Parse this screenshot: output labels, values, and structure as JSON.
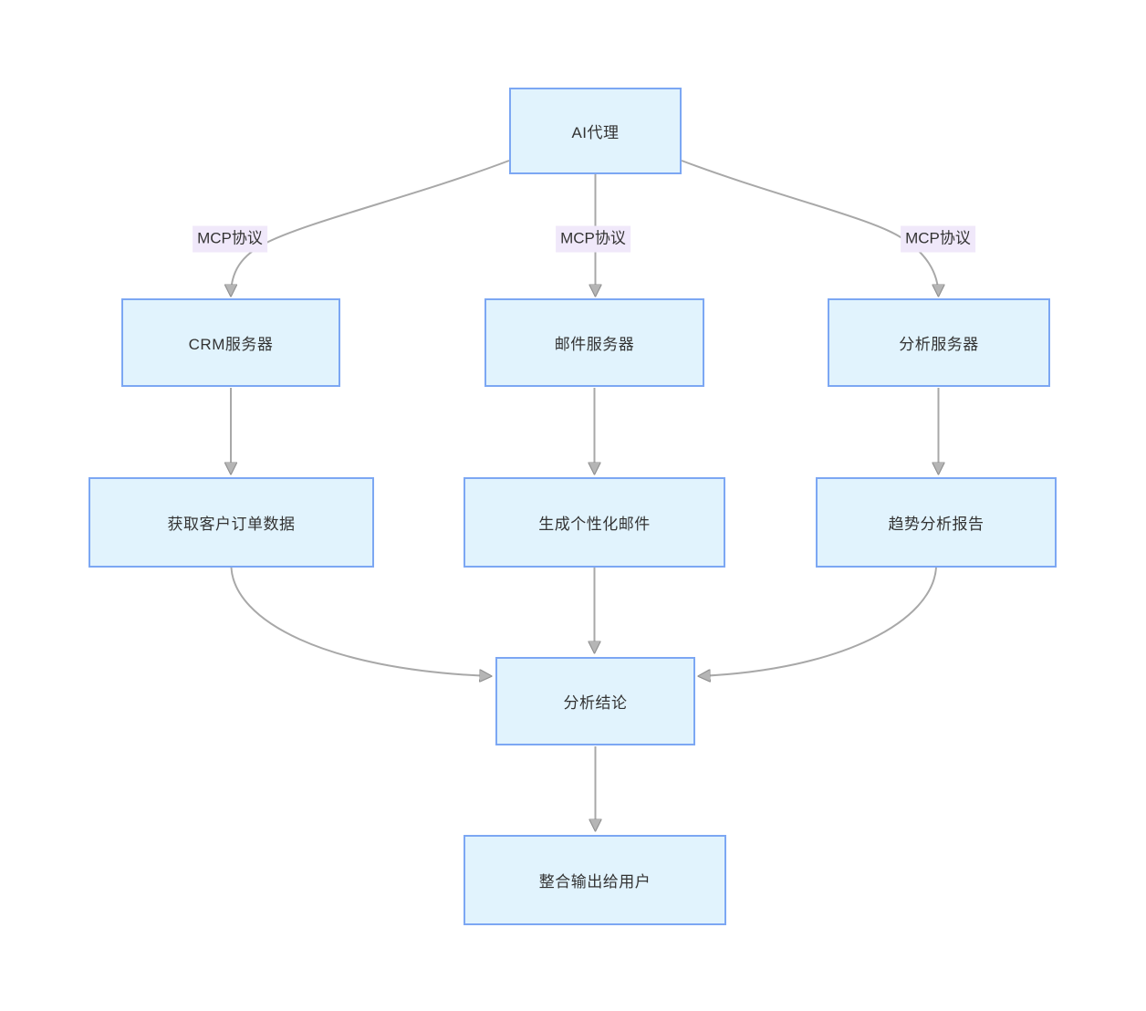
{
  "diagram": {
    "type": "flowchart",
    "direction": "top-down",
    "colors": {
      "background": "#ffffff",
      "node_fill": "#e1f3fd",
      "node_border": "#7ca7f3",
      "edge_stroke": "#a8a8a8",
      "arrowhead_fill": "#b5b5b5",
      "edge_label_bg": "#f0e8fa",
      "text": "#333333"
    },
    "nodes": [
      {
        "id": "ai-agent",
        "label": "AI代理"
      },
      {
        "id": "crm-server",
        "label": "CRM服务器"
      },
      {
        "id": "mail-server",
        "label": "邮件服务器"
      },
      {
        "id": "analysis-server",
        "label": "分析服务器"
      },
      {
        "id": "get-orders",
        "label": "获取客户订单数据"
      },
      {
        "id": "gen-email",
        "label": "生成个性化邮件"
      },
      {
        "id": "trend-report",
        "label": "趋势分析报告"
      },
      {
        "id": "conclusion",
        "label": "分析结论"
      },
      {
        "id": "output",
        "label": "整合输出给用户"
      }
    ],
    "edges": [
      {
        "from": "AI代理",
        "to": "CRM服务器",
        "label": "MCP协议"
      },
      {
        "from": "AI代理",
        "to": "邮件服务器",
        "label": "MCP协议"
      },
      {
        "from": "AI代理",
        "to": "分析服务器",
        "label": "MCP协议"
      },
      {
        "from": "CRM服务器",
        "to": "获取客户订单数据",
        "label": ""
      },
      {
        "from": "邮件服务器",
        "to": "生成个性化邮件",
        "label": ""
      },
      {
        "from": "分析服务器",
        "to": "趋势分析报告",
        "label": ""
      },
      {
        "from": "获取客户订单数据",
        "to": "分析结论",
        "label": ""
      },
      {
        "from": "生成个性化邮件",
        "to": "分析结论",
        "label": ""
      },
      {
        "from": "趋势分析报告",
        "to": "分析结论",
        "label": ""
      },
      {
        "from": "分析结论",
        "to": "整合输出给用户",
        "label": ""
      }
    ]
  }
}
